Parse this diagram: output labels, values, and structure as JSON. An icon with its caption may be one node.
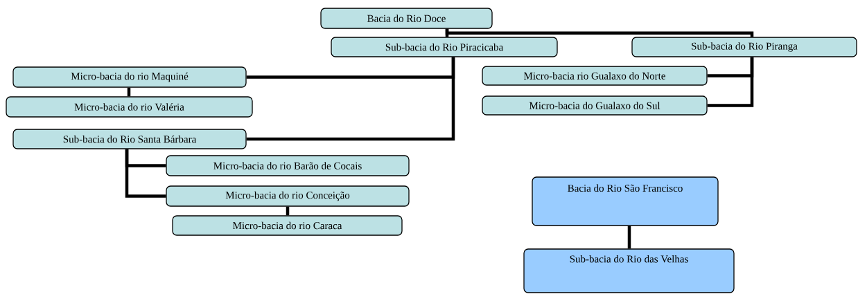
{
  "diagram": {
    "nodes": [
      {
        "text": [
          "Bacia do Rio Doce"
        ]
      },
      {
        "text": [
          "Sub-bacia do Rio Piracicaba"
        ]
      },
      {
        "text": [
          "Sub-bacia do Rio Piranga"
        ]
      },
      {
        "text": [
          "Micro-bacia do rio Maquiné"
        ]
      },
      {
        "text": [
          "Micro-bacia do rio Valéria"
        ]
      },
      {
        "text": [
          "Micro-bacia rio Gualaxo do Norte"
        ]
      },
      {
        "text": [
          "Micro-bacia do Gualaxo do Sul"
        ]
      },
      {
        "text": [
          "Sub-bacia do Rio Santa Bárbara"
        ]
      },
      {
        "text": [
          "Micro-bacia do rio Barão de Cocais"
        ]
      },
      {
        "text": [
          "Micro-bacia do rio Conceição"
        ]
      },
      {
        "text": [
          "Micro-bacia do rio Caraca"
        ]
      },
      {
        "text": [
          "Bacia do Rio São Francisco"
        ]
      },
      {
        "text": [
          "Sub-bacia do Rio das Velhas"
        ]
      }
    ],
    "edges": [
      {
        "from": 0,
        "to": 1,
        "arrow": "none"
      },
      {
        "from": 0,
        "to": 2,
        "arrow": "none"
      },
      {
        "from": 1,
        "to": 3,
        "arrow": "none"
      },
      {
        "from": 1,
        "to": 7,
        "arrow": "none"
      },
      {
        "from": 3,
        "to": 4,
        "arrow": "none"
      },
      {
        "from": 2,
        "to": 5,
        "arrow": "none"
      },
      {
        "from": 2,
        "to": 6,
        "arrow": "none"
      },
      {
        "from": 7,
        "to": 8,
        "arrow": "none"
      },
      {
        "from": 7,
        "to": 9,
        "arrow": "none"
      },
      {
        "from": 9,
        "to": 10,
        "arrow": "none"
      },
      {
        "from": 11,
        "to": 12,
        "arrow": "none"
      }
    ]
  }
}
